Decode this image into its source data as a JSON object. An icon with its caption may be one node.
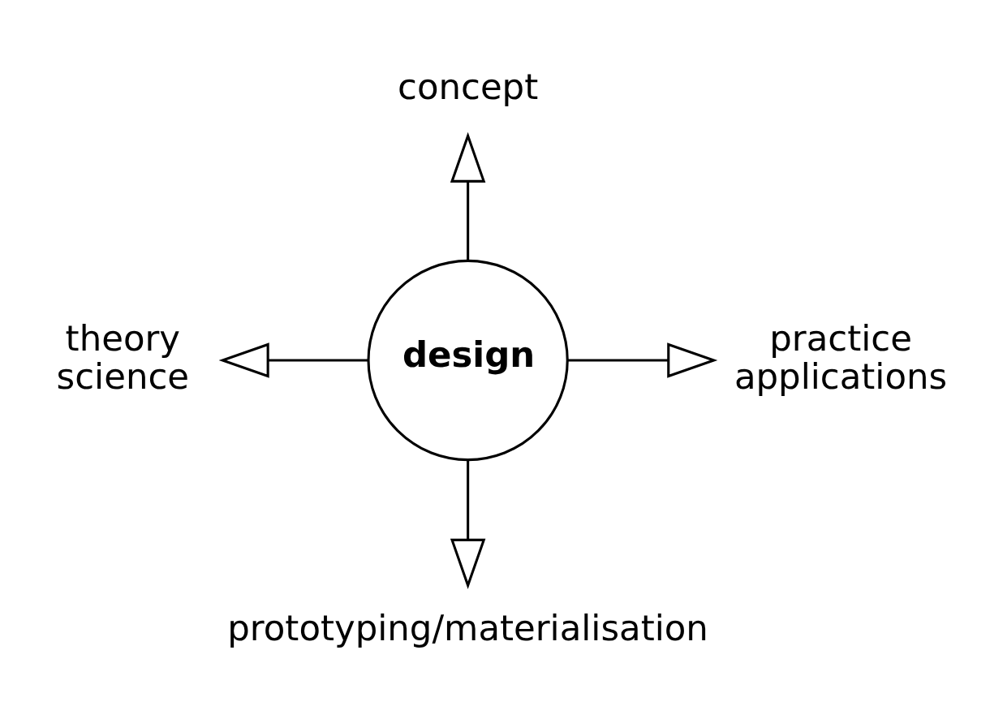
{
  "diagram": {
    "nodes": [
      {
        "text": [
          "design"
        ]
      },
      {
        "text": [
          "concept"
        ]
      },
      {
        "text": [
          "theory",
          "science"
        ]
      },
      {
        "text": [
          "practice",
          "applications"
        ]
      },
      {
        "text": [
          "prototyping/materialisation"
        ]
      }
    ],
    "edges": [
      {
        "from": 0,
        "to": 1,
        "arrow": "to"
      },
      {
        "from": 0,
        "to": 2,
        "arrow": "to"
      },
      {
        "from": 0,
        "to": 3,
        "arrow": "to"
      },
      {
        "from": 0,
        "to": 4,
        "arrow": "to"
      }
    ]
  }
}
